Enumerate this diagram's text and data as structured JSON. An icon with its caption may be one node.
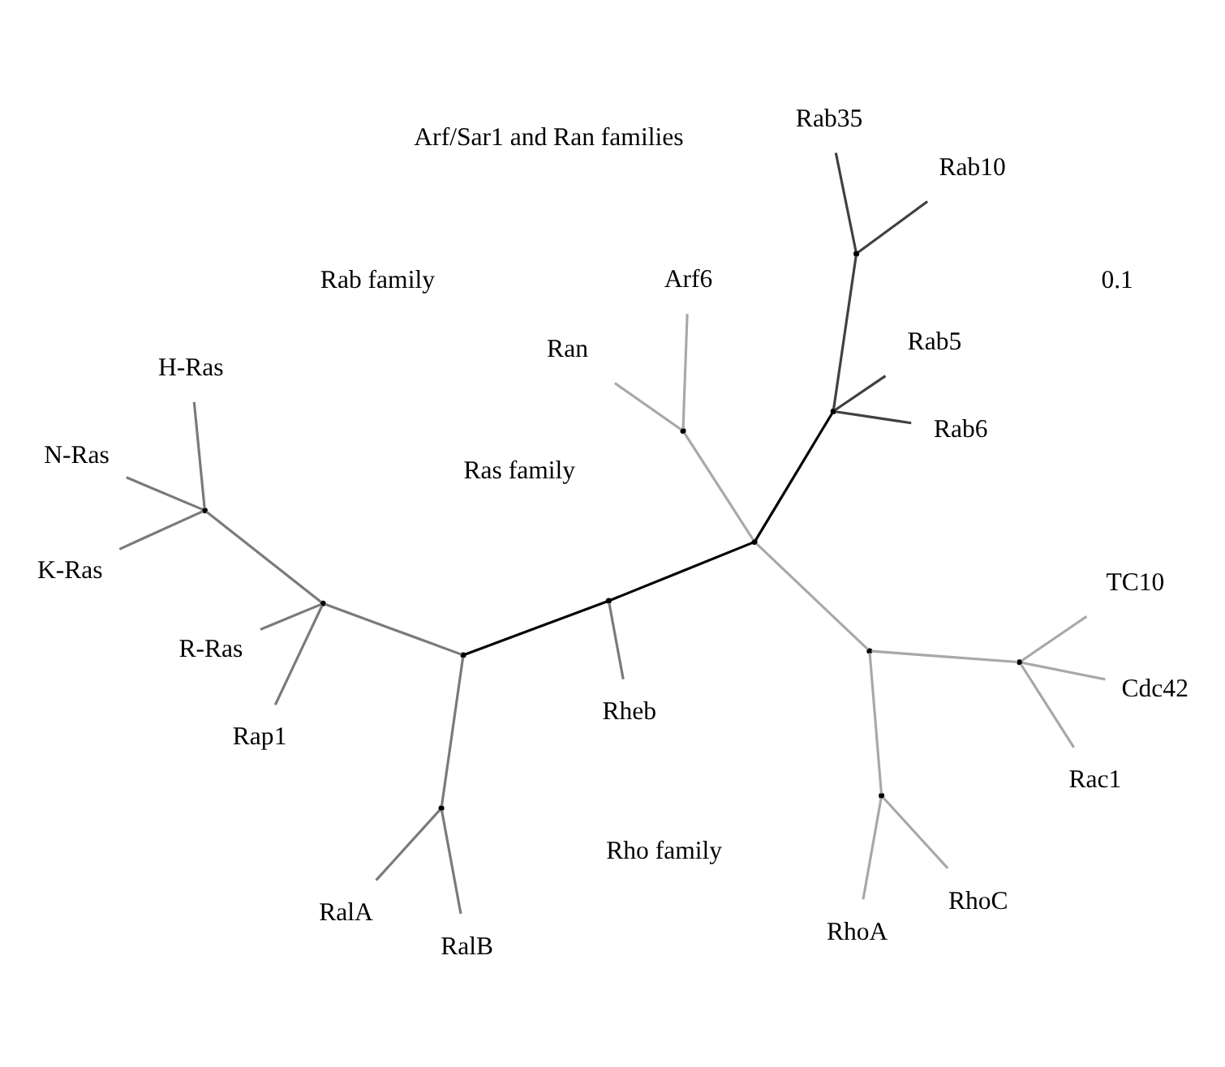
{
  "diagram": {
    "nodes": [
      {
        "text": [
          "R-Ras"
        ]
      },
      {
        "text": [
          "H-Ras"
        ]
      },
      {
        "text": [
          "K-Ras"
        ]
      },
      {
        "text": [
          "N-Ras"
        ]
      },
      {
        "text": [
          "Rap1"
        ]
      },
      {
        "text": [
          "Rab35"
        ]
      },
      {
        "text": [
          "RalA"
        ]
      },
      {
        "text": [
          "Rab10"
        ]
      },
      {
        "text": [
          "RalB"
        ]
      },
      {
        "text": [
          "Rheb"
        ]
      },
      {
        "text": [
          "Rab6"
        ]
      },
      {
        "text": [
          "RhoA"
        ]
      },
      {
        "text": [
          "RhoC"
        ]
      },
      {
        "text": [
          "Rab5"
        ]
      },
      {
        "text": [
          "TC10"
        ]
      },
      {
        "text": [
          "Rac1"
        ]
      },
      {
        "text": [
          "Cdc42"
        ]
      },
      {
        "text": [
          "Arf6"
        ]
      },
      {
        "text": [
          "Ran"
        ]
      },
      {
        "text": [],
        "shape": "point"
      },
      {
        "text": [],
        "shape": "point"
      },
      {
        "text": [],
        "shape": "point"
      },
      {
        "text": [],
        "shape": "point"
      },
      {
        "text": [],
        "shape": "point"
      },
      {
        "text": [],
        "shape": "point"
      },
      {
        "text": [],
        "shape": "point"
      },
      {
        "text": [],
        "shape": "point"
      },
      {
        "text": [],
        "shape": "point"
      },
      {
        "text": [],
        "shape": "point"
      },
      {
        "text": [],
        "shape": "point"
      },
      {
        "text": [],
        "shape": "point"
      }
    ],
    "edges": [
      {
        "from": 19,
        "to": 1,
        "arrow": "none",
        "color": "#7a7a7a"
      },
      {
        "from": 19,
        "to": 2,
        "arrow": "none",
        "color": "#7a7a7a"
      },
      {
        "from": 19,
        "to": 3,
        "arrow": "none",
        "color": "#7a7a7a"
      },
      {
        "from": 20,
        "to": 19,
        "arrow": "none",
        "color": "#7a7a7a"
      },
      {
        "from": 20,
        "to": 0,
        "arrow": "none",
        "color": "#7a7a7a"
      },
      {
        "from": 20,
        "to": 4,
        "arrow": "none",
        "color": "#7a7a7a"
      },
      {
        "from": 22,
        "to": 20,
        "arrow": "none",
        "color": "#7a7a7a"
      },
      {
        "from": 21,
        "to": 6,
        "arrow": "none",
        "color": "#7a7a7a"
      },
      {
        "from": 21,
        "to": 8,
        "arrow": "none",
        "color": "#7a7a7a"
      },
      {
        "from": 22,
        "to": 21,
        "arrow": "none",
        "color": "#7a7a7a"
      },
      {
        "from": 24,
        "to": 22,
        "arrow": "none",
        "color": "#000000"
      },
      {
        "from": 24,
        "to": 9,
        "arrow": "none",
        "color": "#7a7a7a"
      },
      {
        "from": 25,
        "to": 24,
        "arrow": "none",
        "color": "#000000"
      },
      {
        "from": 25,
        "to": 26,
        "arrow": "none",
        "color": "#000000"
      },
      {
        "from": 26,
        "to": 23,
        "arrow": "none",
        "color": "#404040"
      },
      {
        "from": 23,
        "to": 5,
        "arrow": "none",
        "color": "#404040"
      },
      {
        "from": 23,
        "to": 7,
        "arrow": "none",
        "color": "#404040"
      },
      {
        "from": 26,
        "to": 10,
        "arrow": "none",
        "color": "#404040"
      },
      {
        "from": 26,
        "to": 13,
        "arrow": "none",
        "color": "#404040"
      },
      {
        "from": 25,
        "to": 27,
        "arrow": "none",
        "color": "#a8a8a8"
      },
      {
        "from": 27,
        "to": 17,
        "arrow": "none",
        "color": "#a8a8a8"
      },
      {
        "from": 27,
        "to": 18,
        "arrow": "none",
        "color": "#a8a8a8"
      },
      {
        "from": 25,
        "to": 28,
        "arrow": "none",
        "color": "#a8a8a8"
      },
      {
        "from": 28,
        "to": 29,
        "arrow": "none",
        "color": "#a8a8a8"
      },
      {
        "from": 29,
        "to": 11,
        "arrow": "none",
        "color": "#a8a8a8"
      },
      {
        "from": 29,
        "to": 12,
        "arrow": "none",
        "color": "#a8a8a8"
      },
      {
        "from": 28,
        "to": 30,
        "arrow": "none",
        "color": "#a8a8a8"
      },
      {
        "from": 30,
        "to": 14,
        "arrow": "none",
        "color": "#a8a8a8"
      },
      {
        "from": 30,
        "to": 15,
        "arrow": "none",
        "color": "#a8a8a8"
      },
      {
        "from": 30,
        "to": 16,
        "arrow": "none",
        "color": "#a8a8a8"
      }
    ],
    "labels": [
      "Ras family",
      "Rab family",
      "Rho family",
      "0.1",
      "Arf/Sar1 and Ran families"
    ]
  }
}
